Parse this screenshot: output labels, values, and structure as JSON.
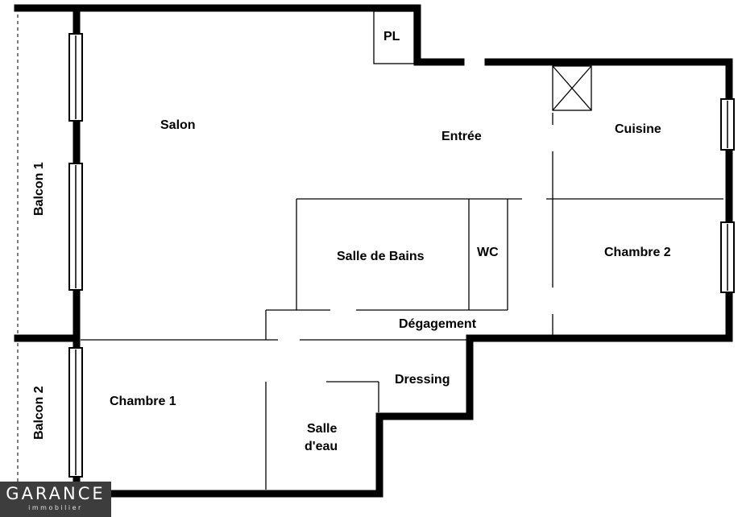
{
  "rooms": {
    "salon": "Salon",
    "entree": "Entrée",
    "cuisine": "Cuisine",
    "pl": "PL",
    "salle_de_bains": "Salle de Bains",
    "wc": "WC",
    "chambre2": "Chambre 2",
    "degagement": "Dégagement",
    "dressing": "Dressing",
    "chambre1": "Chambre 1",
    "salle_eau_line1": "Salle",
    "salle_eau_line2": "d'eau",
    "balcon1": "Balcon 1",
    "balcon2": "Balcon 2"
  },
  "logo": {
    "brand": "GARANCE",
    "sub": "immobilier"
  },
  "colors": {
    "walls": "#000000",
    "logo_bg": "#3d3d3d"
  }
}
